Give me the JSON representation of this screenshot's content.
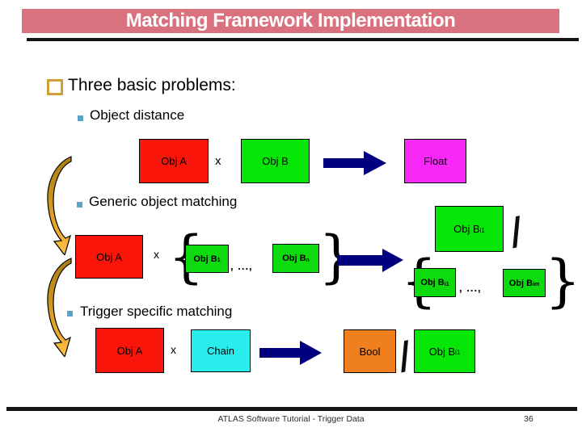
{
  "slide": {
    "title": "Matching Framework Implementation",
    "heading": "Three basic problems:",
    "bullets": {
      "b1": "Object distance",
      "b2": "Generic object matching",
      "b3": "Trigger specific matching"
    },
    "footer": {
      "text": "ATLAS Software Tutorial - Trigger Data",
      "page": "36"
    }
  },
  "diagram": {
    "times": "x",
    "ellipsis": ", ...,",
    "brace_open": "{",
    "brace_close": "}",
    "slash": "/",
    "row1": {
      "obj_a": "Obj A",
      "obj_b": "Obj B",
      "result": "Float"
    },
    "row2": {
      "obj_a": "Obj A",
      "b1_base": "Obj B",
      "b1_sub": "1",
      "bn_base": "Obj B",
      "bn_sub": "n",
      "best_base": "Obj B",
      "best_sub": "i1",
      "set1_base": "Obj B",
      "set1_sub": "i1",
      "setm_base": "Obj B",
      "setm_sub": "im"
    },
    "row3": {
      "obj_a": "Obj A",
      "chain": "Chain",
      "bool": "Bool",
      "result_base": "Obj B",
      "result_sub": "i1"
    }
  },
  "colors": {
    "title_bar": "#d9717f",
    "red_box": "#f91509",
    "green_box": "#06e606",
    "green_box_small": "#0ddb0d",
    "magenta_box": "#f829f8",
    "cyan_box": "#29eded",
    "orange_box": "#f0801e",
    "arrow_navy": "#01017f",
    "curved_arrow_gold_dark": "#b8860b",
    "curved_arrow_gold_light": "#f7b13c",
    "heading_bullet_outline": "#cf9f35",
    "sub_bullet_fill": "#5ba4c5"
  }
}
